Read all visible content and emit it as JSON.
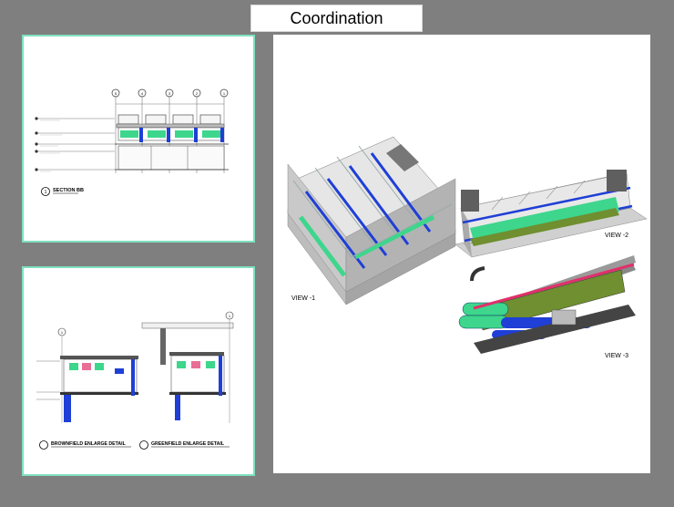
{
  "title": "Coordination",
  "section_panel": {
    "caption_number": "1",
    "caption": "SECTION BB",
    "grid_markers": [
      "5",
      "4",
      "3",
      "2",
      "1"
    ]
  },
  "detail_panel": {
    "left_marker": "1",
    "right_marker": "1",
    "caption_left": "BROWNFIELD ENLARGE DETAIL",
    "caption_right": "GREENFIELD ENLARGE DETAIL"
  },
  "views_panel": {
    "view1": "VIEW -1",
    "view2": "VIEW -2",
    "view3": "VIEW -3"
  },
  "colors": {
    "background": "#7f7f7f",
    "panel_border": "#7fe0c0",
    "pipe_green": "#3dd68c",
    "pipe_blue": "#1f3fd6",
    "pipe_red": "#e0306a",
    "duct_olive": "#6f8f30"
  }
}
